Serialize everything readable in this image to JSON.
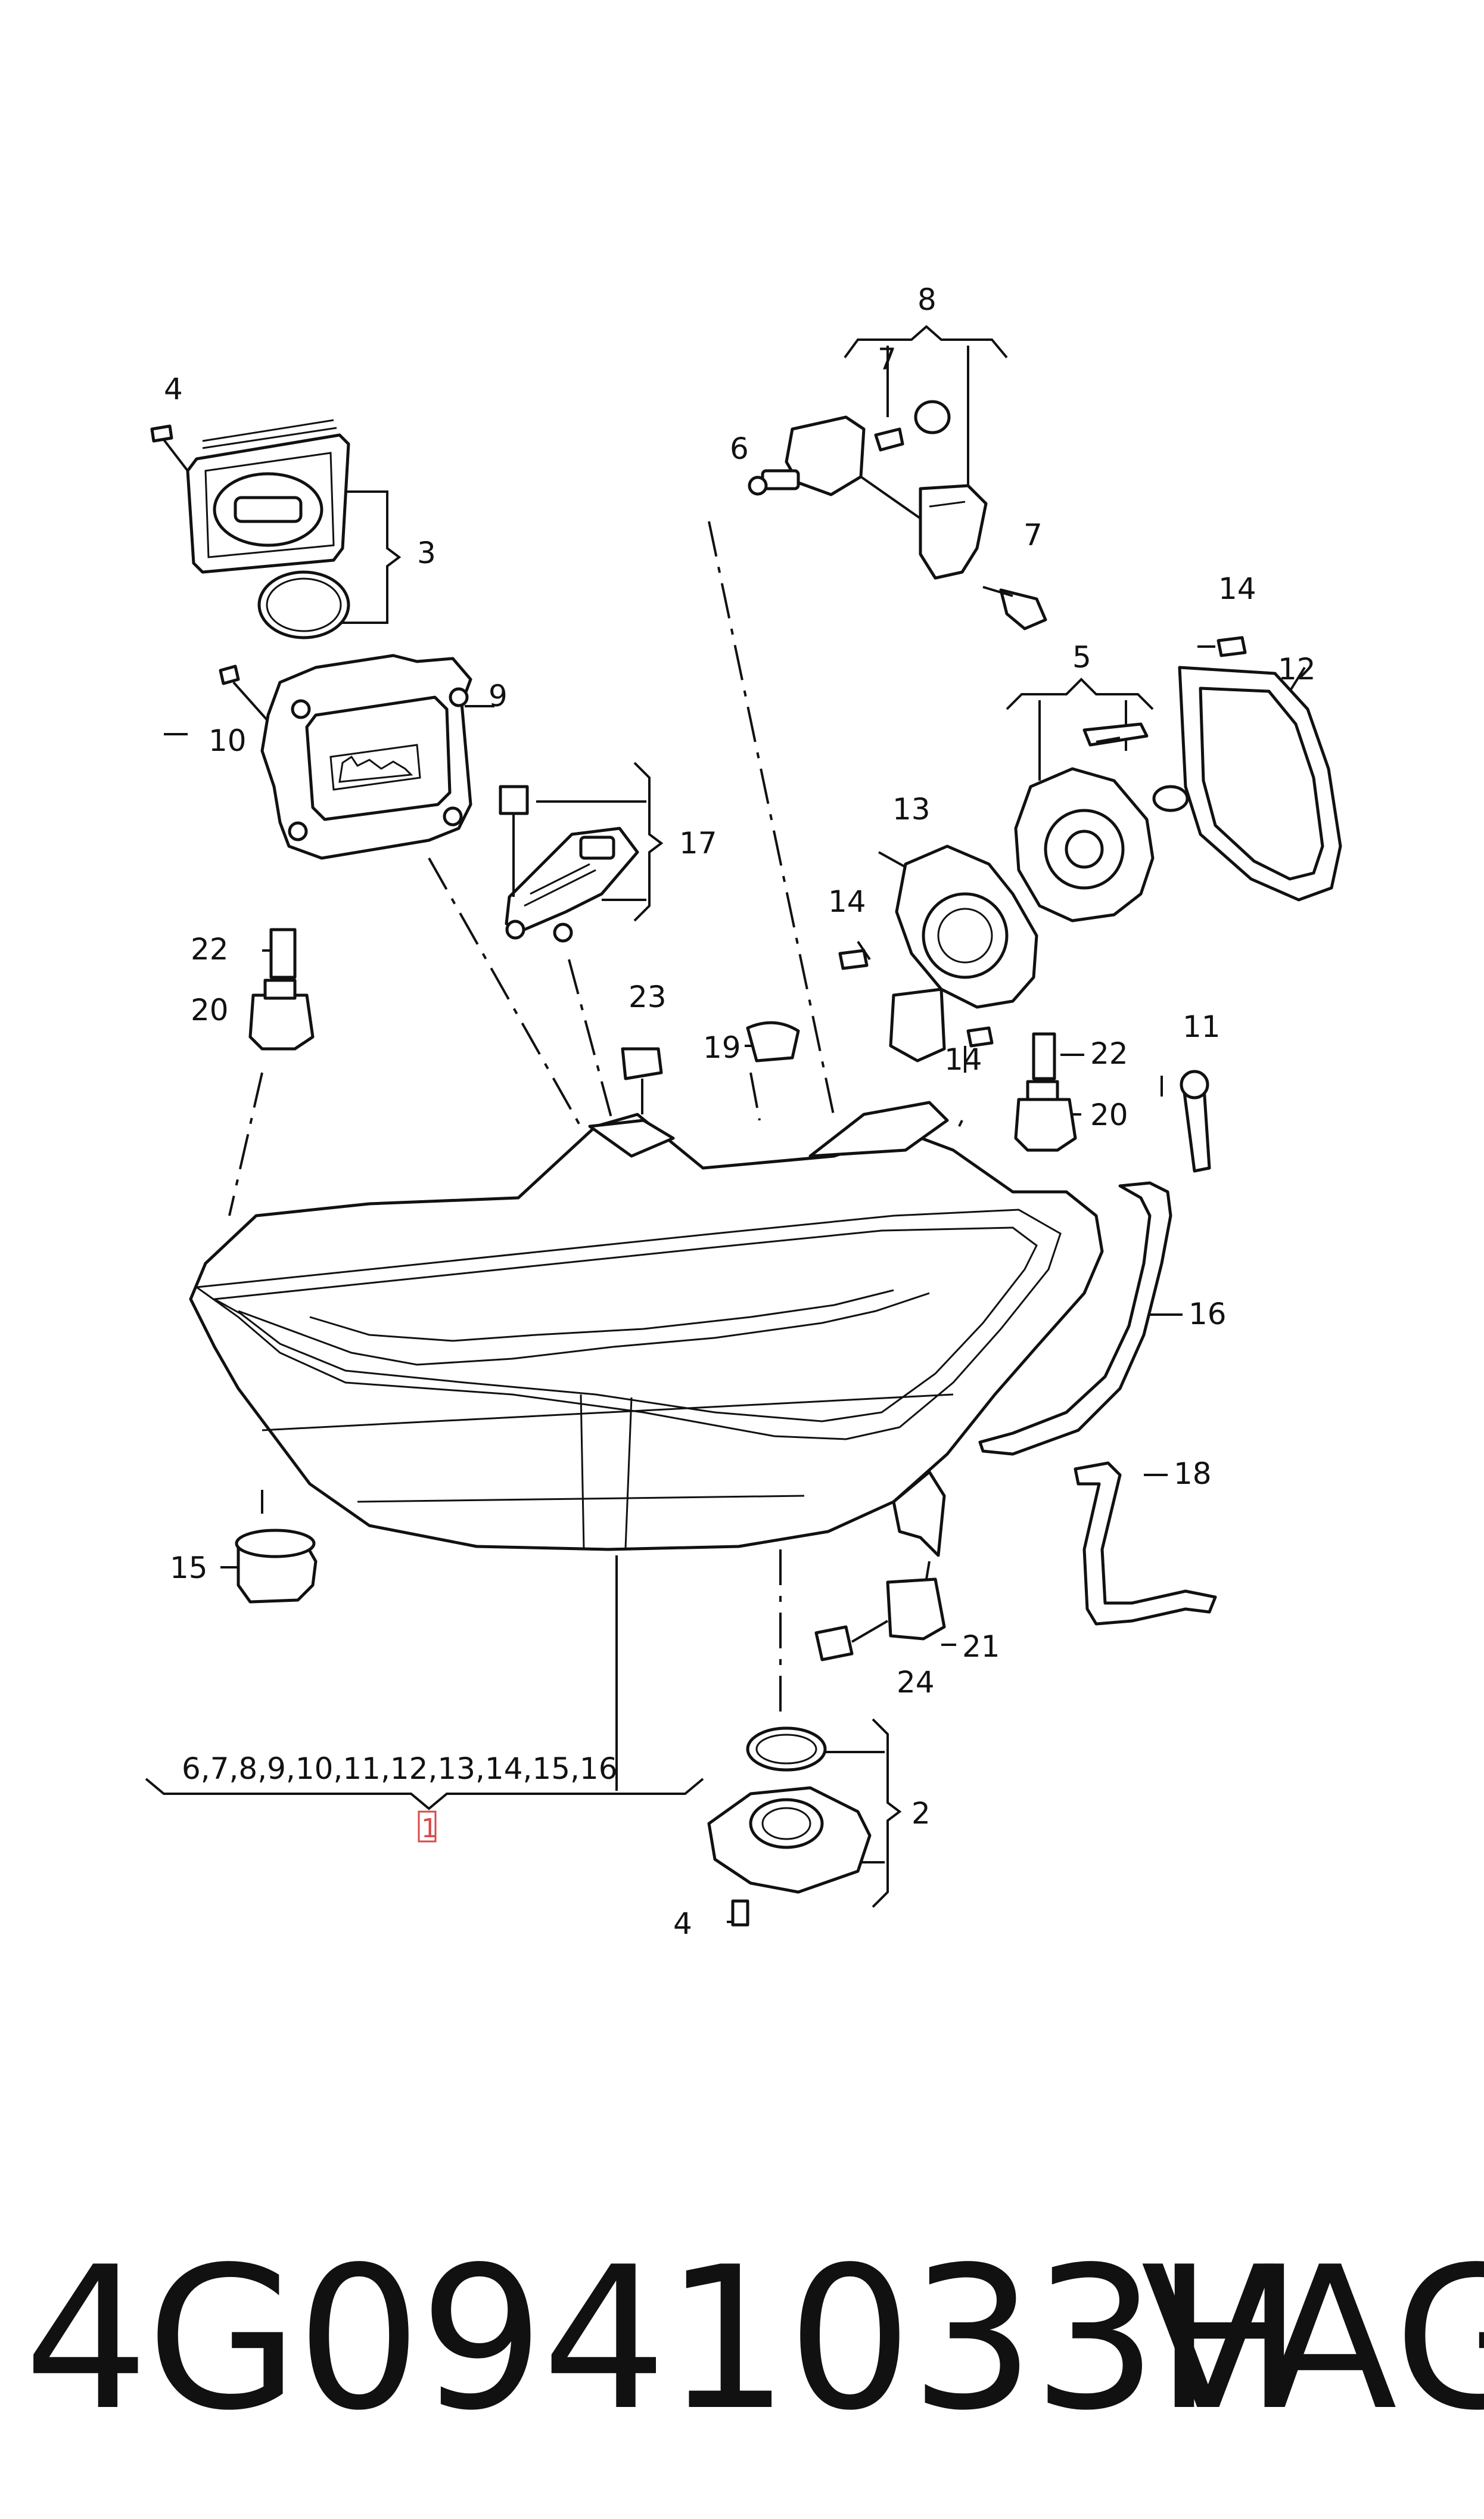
{
  "labels": {
    "n1": "1",
    "n2": "2",
    "n3": "3",
    "n4_top": "4",
    "n4_bottom": "4",
    "n5": "5",
    "n6": "6",
    "n7_top": "7",
    "n7_right": "7",
    "n8": "8",
    "n9": "9",
    "n10": "10",
    "n11": "11",
    "n12": "12",
    "n13": "13",
    "n14_top": "14",
    "n14_left": "14",
    "n14_mid": "14",
    "n15": "15",
    "n16": "16",
    "n17": "17",
    "n18": "18",
    "n19": "19",
    "n20_left": "20",
    "n20_right": "20",
    "n21": "21",
    "n22_left": "22",
    "n22_right": "22",
    "n23": "23",
    "n24": "24",
    "group": "6,7,8,9,10,11,12,13,14,15,16"
  },
  "footer": {
    "part_number": "4G0941033H",
    "brand": "VAG"
  },
  "colors": {
    "ink": "#111111",
    "highlight": "#d84a4a",
    "background": "#ffffff"
  }
}
